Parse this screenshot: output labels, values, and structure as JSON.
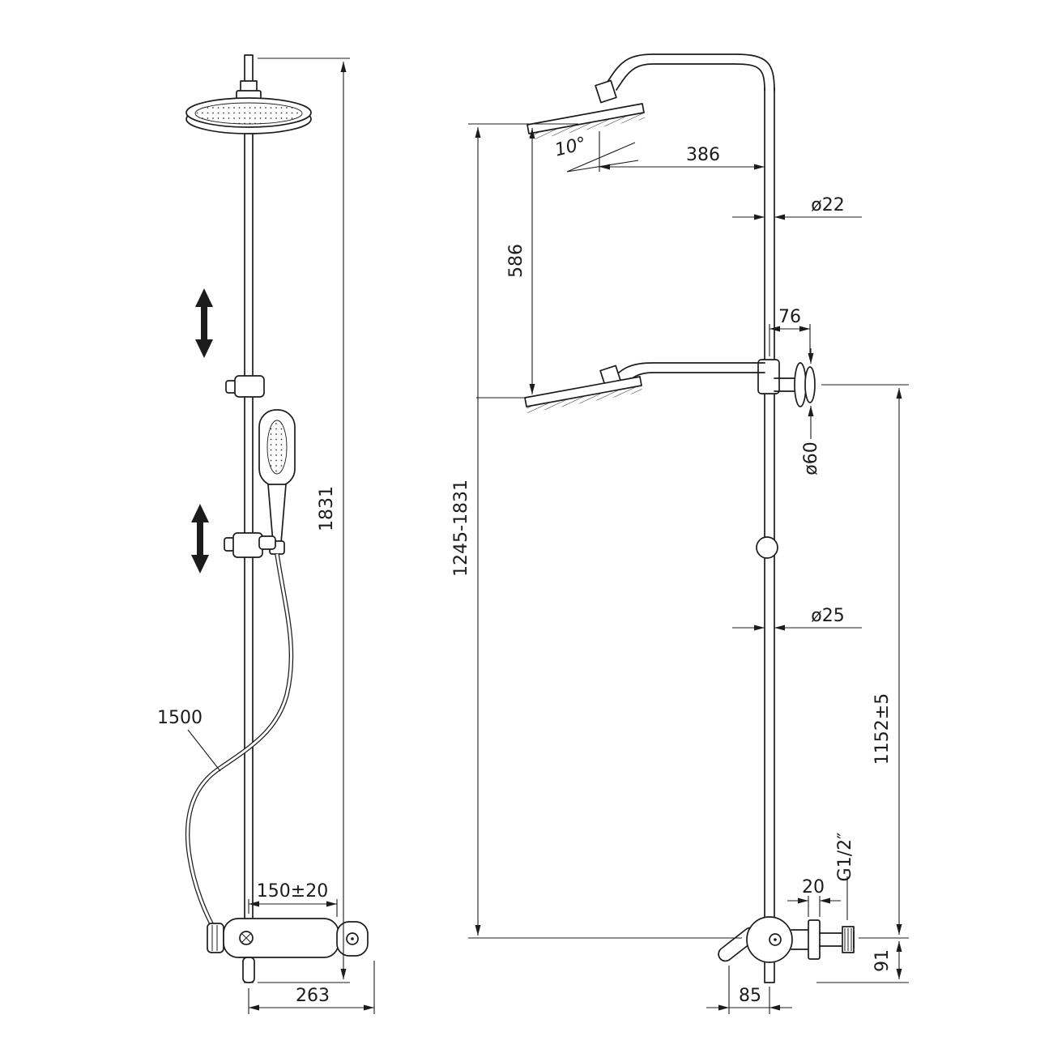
{
  "drawing": {
    "background": "#ffffff",
    "line_color": "#1c1c1c",
    "views": {
      "front": {
        "title": "front-view-shower-column",
        "dims": {
          "overall_height": "1831",
          "hose_length": "1500",
          "valve_center_offset": "150±20",
          "valve_reach": "263"
        }
      },
      "side": {
        "title": "side-view-shower-column",
        "dims": {
          "height_range": "1245-1831",
          "head_to_head": "586",
          "arm_reach": "386",
          "head_tilt": "10°",
          "upper_pipe_diameter": "ø22",
          "bracket_offset": "76",
          "flange_diameter": "ø60",
          "lower_pipe_diameter": "ø25",
          "inlet_height": "1152±5",
          "thread_size": "G1/2″",
          "flange_depth": "20",
          "valve_drop": "91",
          "valve_offset": "85"
        }
      }
    }
  }
}
